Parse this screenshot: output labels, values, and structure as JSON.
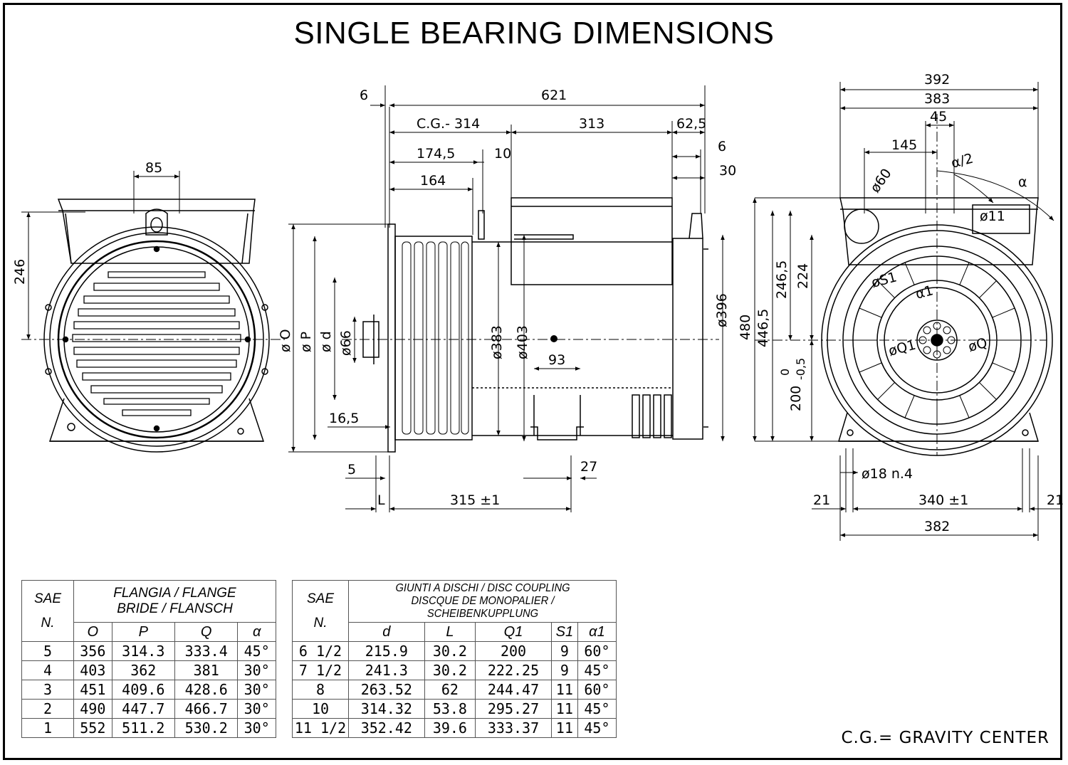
{
  "title": "SINGLE BEARING DIMENSIONS",
  "note": "C.G.= GRAVITY CENTER",
  "dims": {
    "d6": "6",
    "d621": "621",
    "cg": "C.G.- 314",
    "d313": "313",
    "d625": "62,5",
    "d1745": "174,5",
    "d10": "10",
    "d164": "164",
    "d6b": "6",
    "d30": "30",
    "d85": "85",
    "d246": "246",
    "d392": "392",
    "d383": "383",
    "d45": "45",
    "d145": "145",
    "alpha2": "α/2",
    "alpha": "α",
    "phi60": "ø60",
    "phi11": "ø11",
    "s1": "øS1",
    "a1": "α1",
    "phiQ1": "øQ1",
    "phiQ": "øQ",
    "d2465": "246,5",
    "d224": "224",
    "d480": "480",
    "d4465": "446,5",
    "d200": "200",
    "tol0": "0",
    "tol05": "-0,5",
    "phiO": "ø O",
    "phiP": "ø P",
    "phid": "ø d",
    "phi66": "ø66",
    "phi383": "ø383",
    "phi403": "ø403",
    "phi396": "ø396",
    "d93": "93",
    "d165": "16,5",
    "d5": "5",
    "d27": "27",
    "L": "L",
    "d315": "315 ±1",
    "phi18": "ø18  n.4",
    "d21a": "21",
    "d340": "340 ±1",
    "d21b": "21",
    "d382": "382"
  },
  "flange_table": {
    "col_sae": "SAE",
    "col_n": "N.",
    "group_line1": "FLANGIA / FLANGE",
    "group_line2": "BRIDE / FLANSCH",
    "cols": [
      "O",
      "P",
      "Q",
      "α"
    ],
    "rows": [
      [
        "5",
        "356",
        "314.3",
        "333.4",
        "45°"
      ],
      [
        "4",
        "403",
        "362",
        "381",
        "30°"
      ],
      [
        "3",
        "451",
        "409.6",
        "428.6",
        "30°"
      ],
      [
        "2",
        "490",
        "447.7",
        "466.7",
        "30°"
      ],
      [
        "1",
        "552",
        "511.2",
        "530.2",
        "30°"
      ]
    ]
  },
  "coupling_table": {
    "col_sae": "SAE",
    "col_n": "N.",
    "group_line1": "GIUNTI A DISCHI / DISC COUPLING",
    "group_line2": "DISCQUE DE MONOPALIER / SCHEIBENKUPPLUNG",
    "cols": [
      "d",
      "L",
      "Q1",
      "S1",
      "α1"
    ],
    "rows": [
      [
        "6  1/2",
        "215.9",
        "30.2",
        "200",
        "9",
        "60°"
      ],
      [
        "7  1/2",
        "241.3",
        "30.2",
        "222.25",
        "9",
        "45°"
      ],
      [
        "8",
        "263.52",
        "62",
        "244.47",
        "11",
        "60°"
      ],
      [
        "10",
        "314.32",
        "53.8",
        "295.27",
        "11",
        "45°"
      ],
      [
        "11  1/2",
        "352.42",
        "39.6",
        "333.37",
        "11",
        "45°"
      ]
    ]
  }
}
